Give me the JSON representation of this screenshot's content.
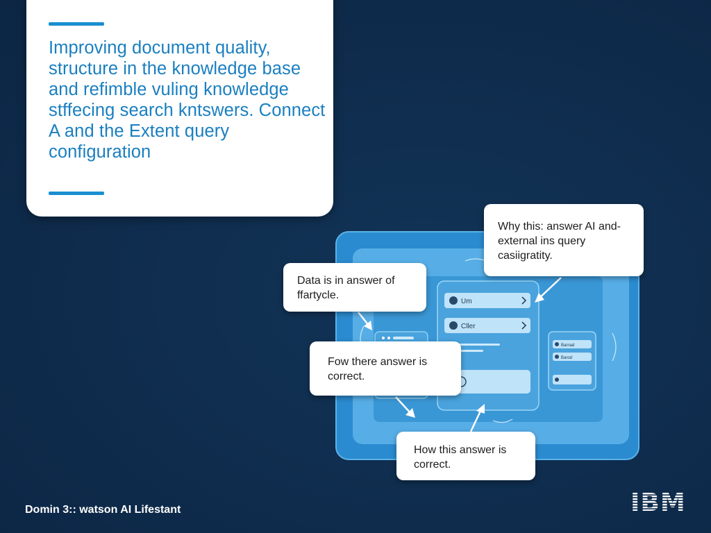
{
  "headline": "Improving document quality, structure in the knowledge base and refimble vuling knowledge stffecing search kntswers. Connect A and the Extent query configuration",
  "footer": {
    "label": "Domin 3:: watson AI Lifestant",
    "logo": "IBM"
  },
  "bubbles": {
    "why": "Why this: answer AI and-external ins query casiigratity.",
    "data": "Data is in answer of ffartycle.",
    "fow": "Fow there answer is correct.",
    "how": "How this answer is correct."
  },
  "chat_items": [
    {
      "label": "Um",
      "icon": "user-icon"
    },
    {
      "label": "Cller",
      "icon": "user-icon"
    }
  ],
  "side_items": [
    {
      "label": "Barnad"
    },
    {
      "label": "Barod"
    }
  ],
  "colors": {
    "background": "#0f2c4d",
    "accent": "#1a8fd0",
    "panel_light": "#7cc4ee",
    "panel_mid": "#4ea6dc",
    "panel_dark": "#2a86c4"
  }
}
